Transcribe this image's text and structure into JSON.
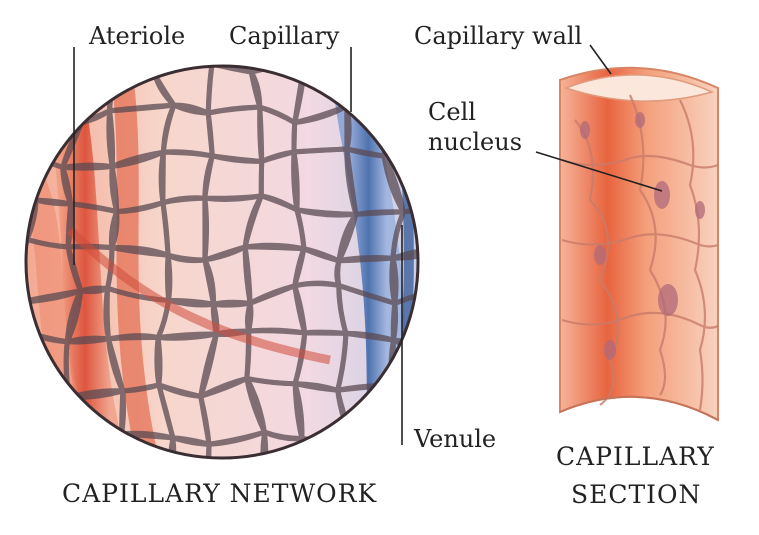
{
  "labels": {
    "ateriole": "Ateriole",
    "capillary": "Capillary",
    "capillary_wall": "Capillary wall",
    "cell_nucleus_line1": "Cell",
    "cell_nucleus_line2": "nucleus",
    "venule": "Venule"
  },
  "captions": {
    "network": "CAPILLARY NETWORK",
    "section_line1": "CAPILLARY",
    "section_line2": "SECTION"
  },
  "colors": {
    "artery": "#e2573d",
    "vein": "#4f76b0",
    "vessel_outline": "#5a4a52",
    "tissue": "#f6d2c4",
    "tube_outer": "#ef9a78",
    "tube_inner": "#f9e0d0",
    "nucleus": "#b06a7a"
  }
}
